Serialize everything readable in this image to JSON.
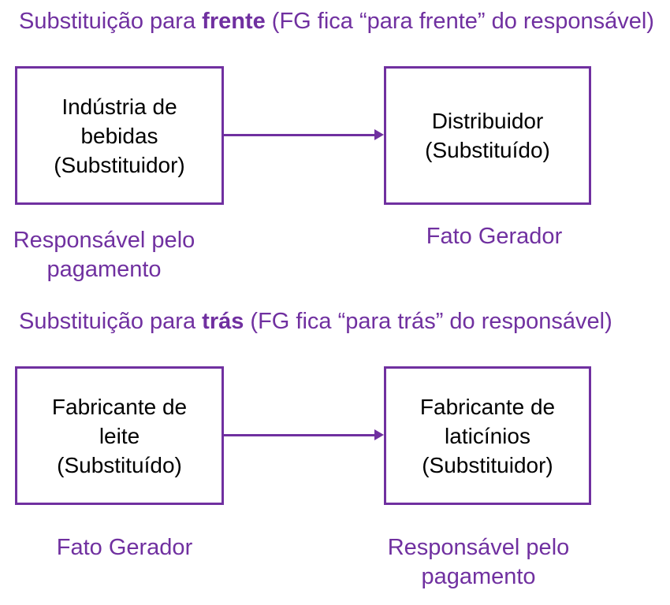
{
  "colors": {
    "accent_purple": "#7030A0",
    "box_border": "#7030A0",
    "box_text": "#000000",
    "background": "#FFFFFF"
  },
  "sections": [
    {
      "title": {
        "prefix": "Substituição para ",
        "bold": "frente",
        "suffix": " (FG fica “para frente” do responsável)"
      },
      "left_box": {
        "lines": [
          "Indústria de",
          "bebidas",
          "(Substituidor)"
        ]
      },
      "right_box": {
        "lines": [
          "Distribuidor",
          "(Substituído)"
        ]
      },
      "arrow": {
        "direction": "right"
      },
      "left_label": {
        "lines": [
          "Responsável pelo",
          "pagamento"
        ]
      },
      "right_label": {
        "lines": [
          "Fato Gerador"
        ]
      }
    },
    {
      "title": {
        "prefix": "Substituição para ",
        "bold": "trás",
        "suffix": " (FG fica “para trás” do responsável)"
      },
      "left_box": {
        "lines": [
          "Fabricante de",
          "leite",
          "(Substituído)"
        ]
      },
      "right_box": {
        "lines": [
          "Fabricante de",
          "laticínios",
          "(Substituidor)"
        ]
      },
      "arrow": {
        "direction": "right"
      },
      "left_label": {
        "lines": [
          "Fato Gerador"
        ]
      },
      "right_label": {
        "lines": [
          "Responsável pelo",
          "pagamento"
        ]
      }
    }
  ]
}
